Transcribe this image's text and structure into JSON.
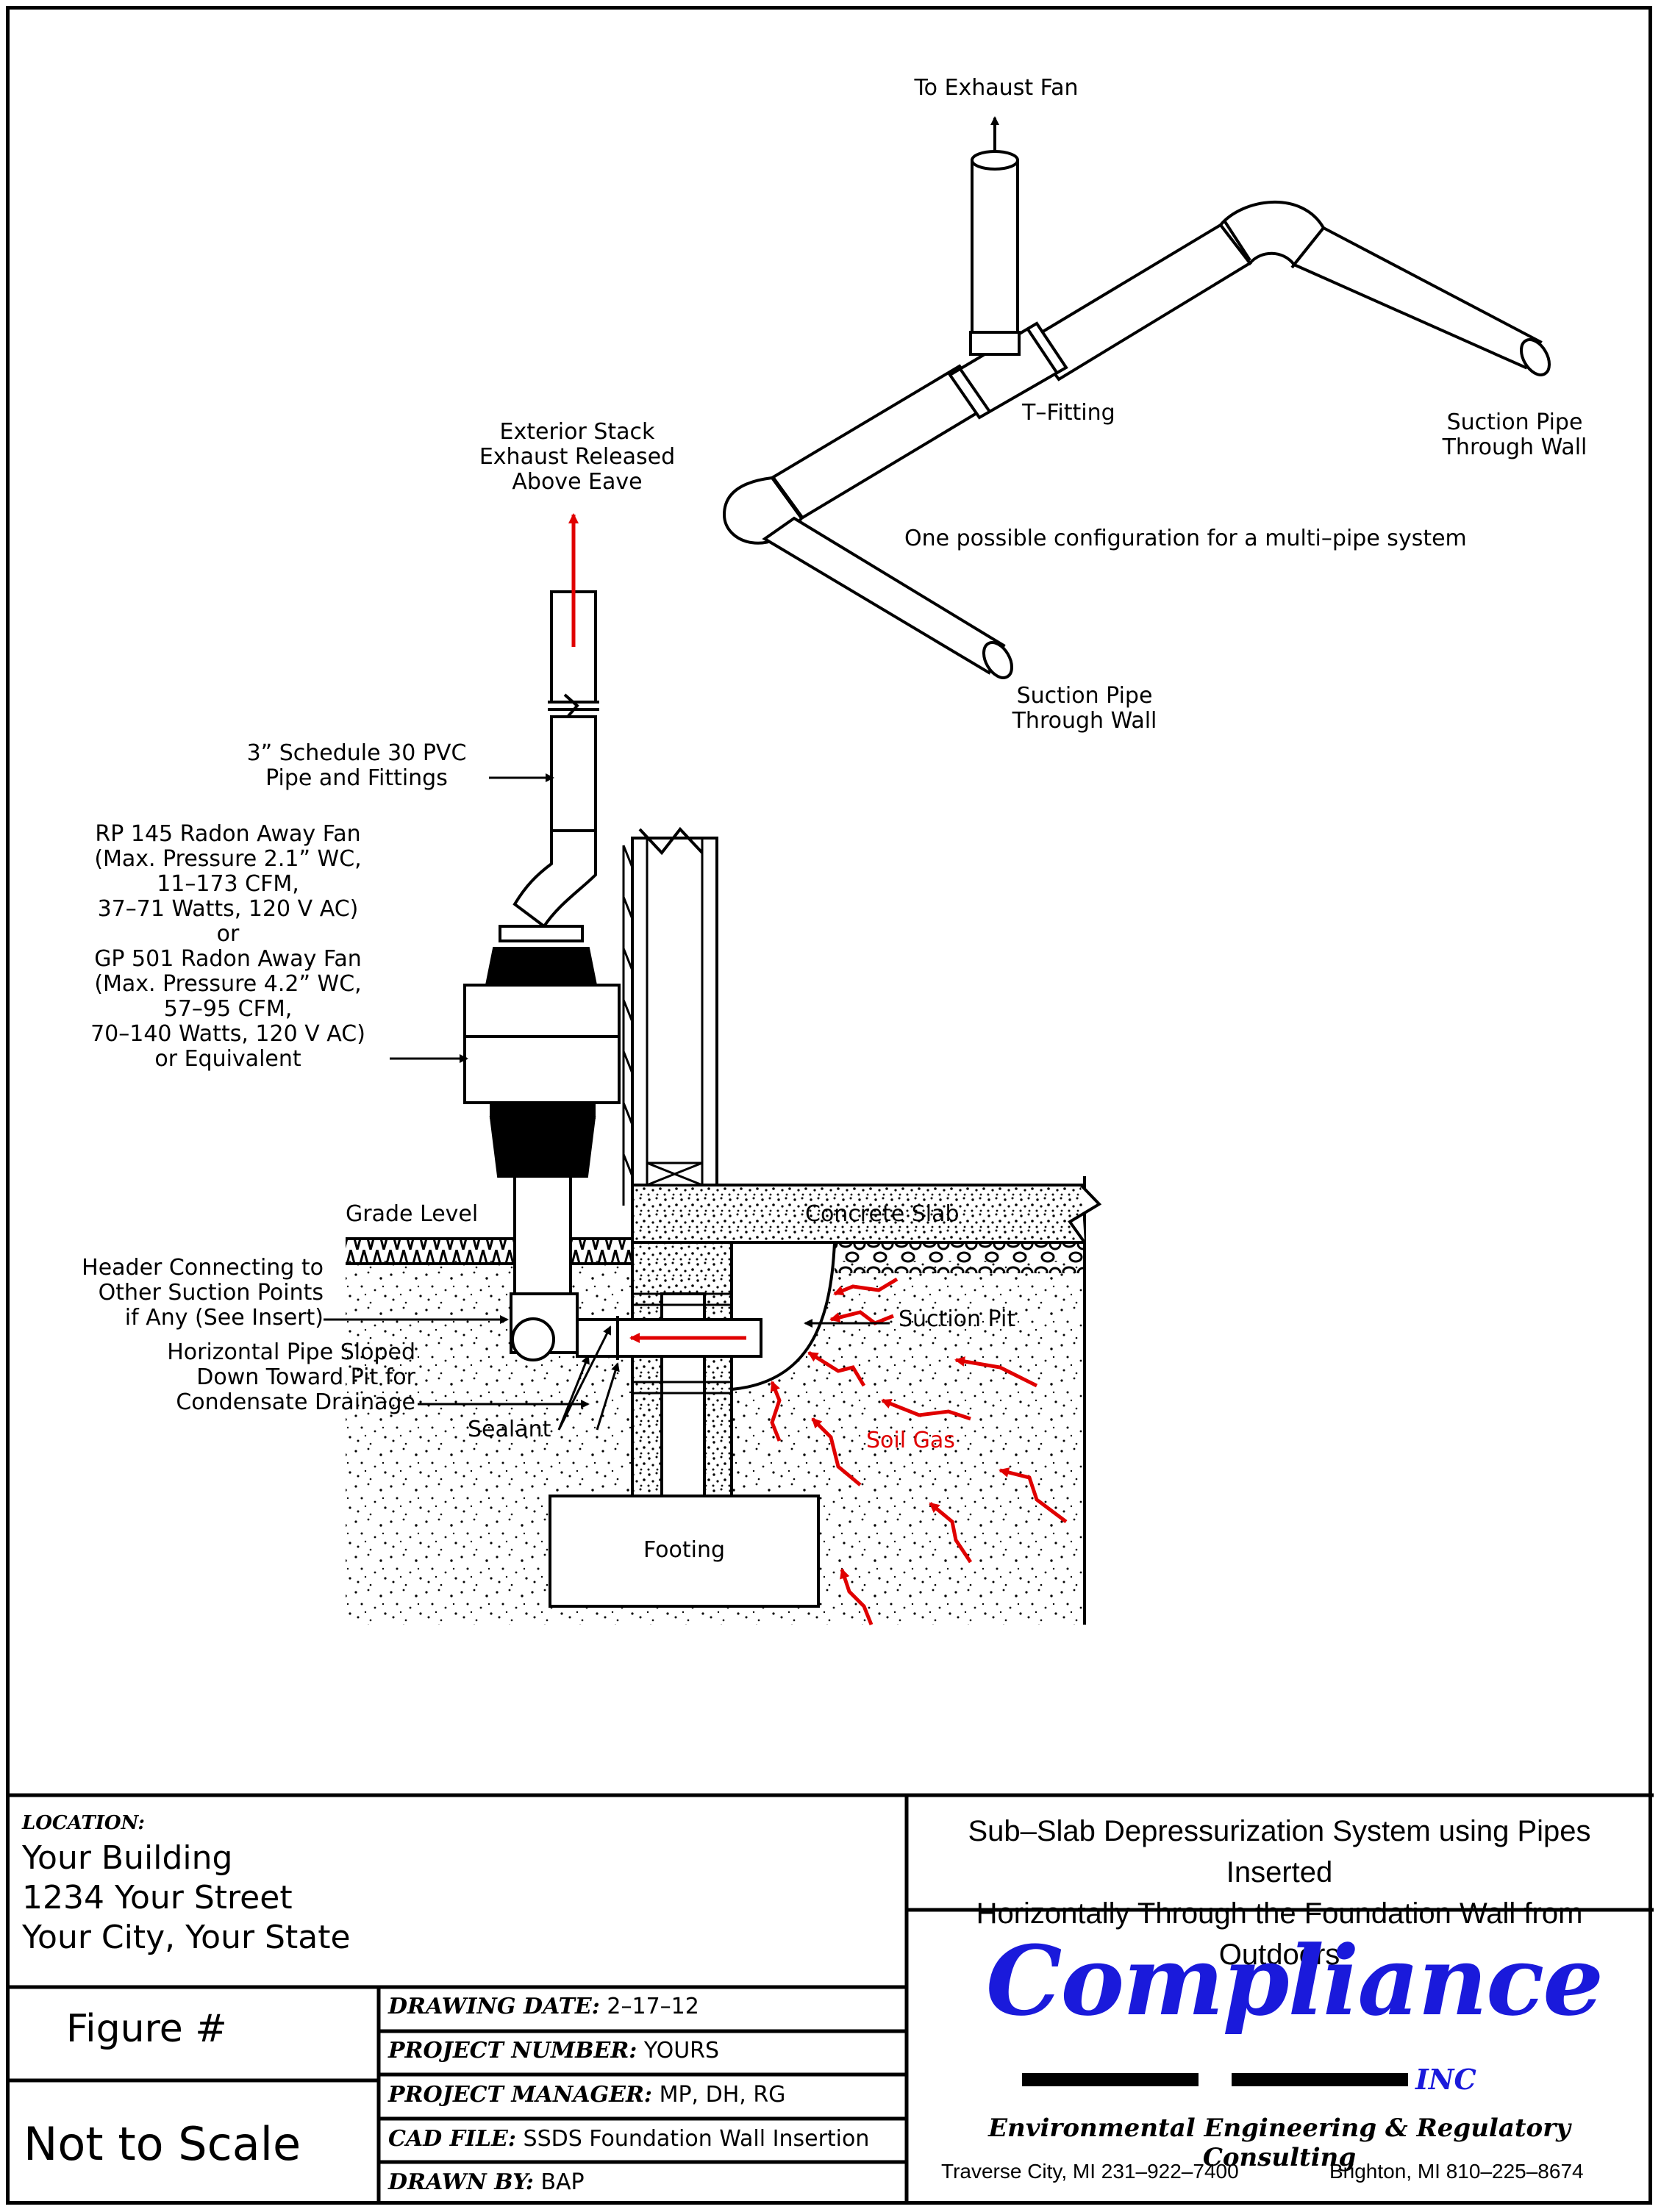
{
  "diagram": {
    "labels": {
      "to_exhaust_fan": "To Exhaust Fan",
      "t_fitting": "T–Fitting",
      "suction_pipe_right": [
        "Suction Pipe",
        "Through Wall"
      ],
      "suction_pipe_lower": [
        "Suction Pipe",
        "Through Wall"
      ],
      "config_note": "One possible configuration for a multi–pipe system",
      "exterior_stack": [
        "Exterior Stack",
        "Exhaust Released",
        "Above Eave"
      ],
      "pvc_pipe": [
        "3” Schedule 30 PVC",
        "Pipe and Fittings"
      ],
      "fan_spec": [
        "RP 145 Radon Away Fan",
        "(Max. Pressure 2.1” WC,",
        "11–173 CFM,",
        "37–71 Watts, 120 V AC)",
        "or",
        "GP 501 Radon Away Fan",
        "(Max. Pressure 4.2” WC,",
        "57–95 CFM,",
        "70–140 Watts, 120 V AC)",
        "or Equivalent"
      ],
      "grade_level": "Grade Level",
      "header": [
        "Header Connecting to",
        "Other Suction Points",
        "if Any (See Insert)"
      ],
      "horizontal_pipe": [
        "Horizontal Pipe Sloped",
        "Down Toward Pit for",
        "Condensate Drainage"
      ],
      "sealant": "Sealant",
      "concrete_slab": "Concrete Slab",
      "suction_pit": "Suction Pit",
      "soil_gas": "Soil Gas",
      "footing": "Footing"
    },
    "colors": {
      "line": "#000000",
      "airflow": "#e00000",
      "logo": "#1a1adb"
    }
  },
  "title_block": {
    "location_label": "LOCATION:",
    "location_lines": [
      "Your Building",
      "1234 Your Street",
      "Your City, Your State"
    ],
    "figure": "Figure #",
    "scale": "Not to Scale",
    "fields": [
      {
        "label": "DRAWING DATE:",
        "value": "2–17–12"
      },
      {
        "label": "PROJECT NUMBER:",
        "value": "YOURS"
      },
      {
        "label": "PROJECT MANAGER:",
        "value": "MP, DH, RG"
      },
      {
        "label": "CAD FILE:",
        "value": "SSDS Foundation Wall Insertion"
      },
      {
        "label": "DRAWN BY:",
        "value": "BAP"
      }
    ],
    "title_lines": [
      "Sub–Slab Depressurization System using Pipes Inserted",
      "Horizontally Through the Foundation Wall from Outdoors"
    ],
    "company": {
      "name": "Compliance",
      "suffix": "INC",
      "tagline": "Environmental Engineering & Regulatory Consulting",
      "office_1": "Traverse City, MI 231–922–7400",
      "office_2": "Brighton, MI 810–225–8674"
    }
  }
}
